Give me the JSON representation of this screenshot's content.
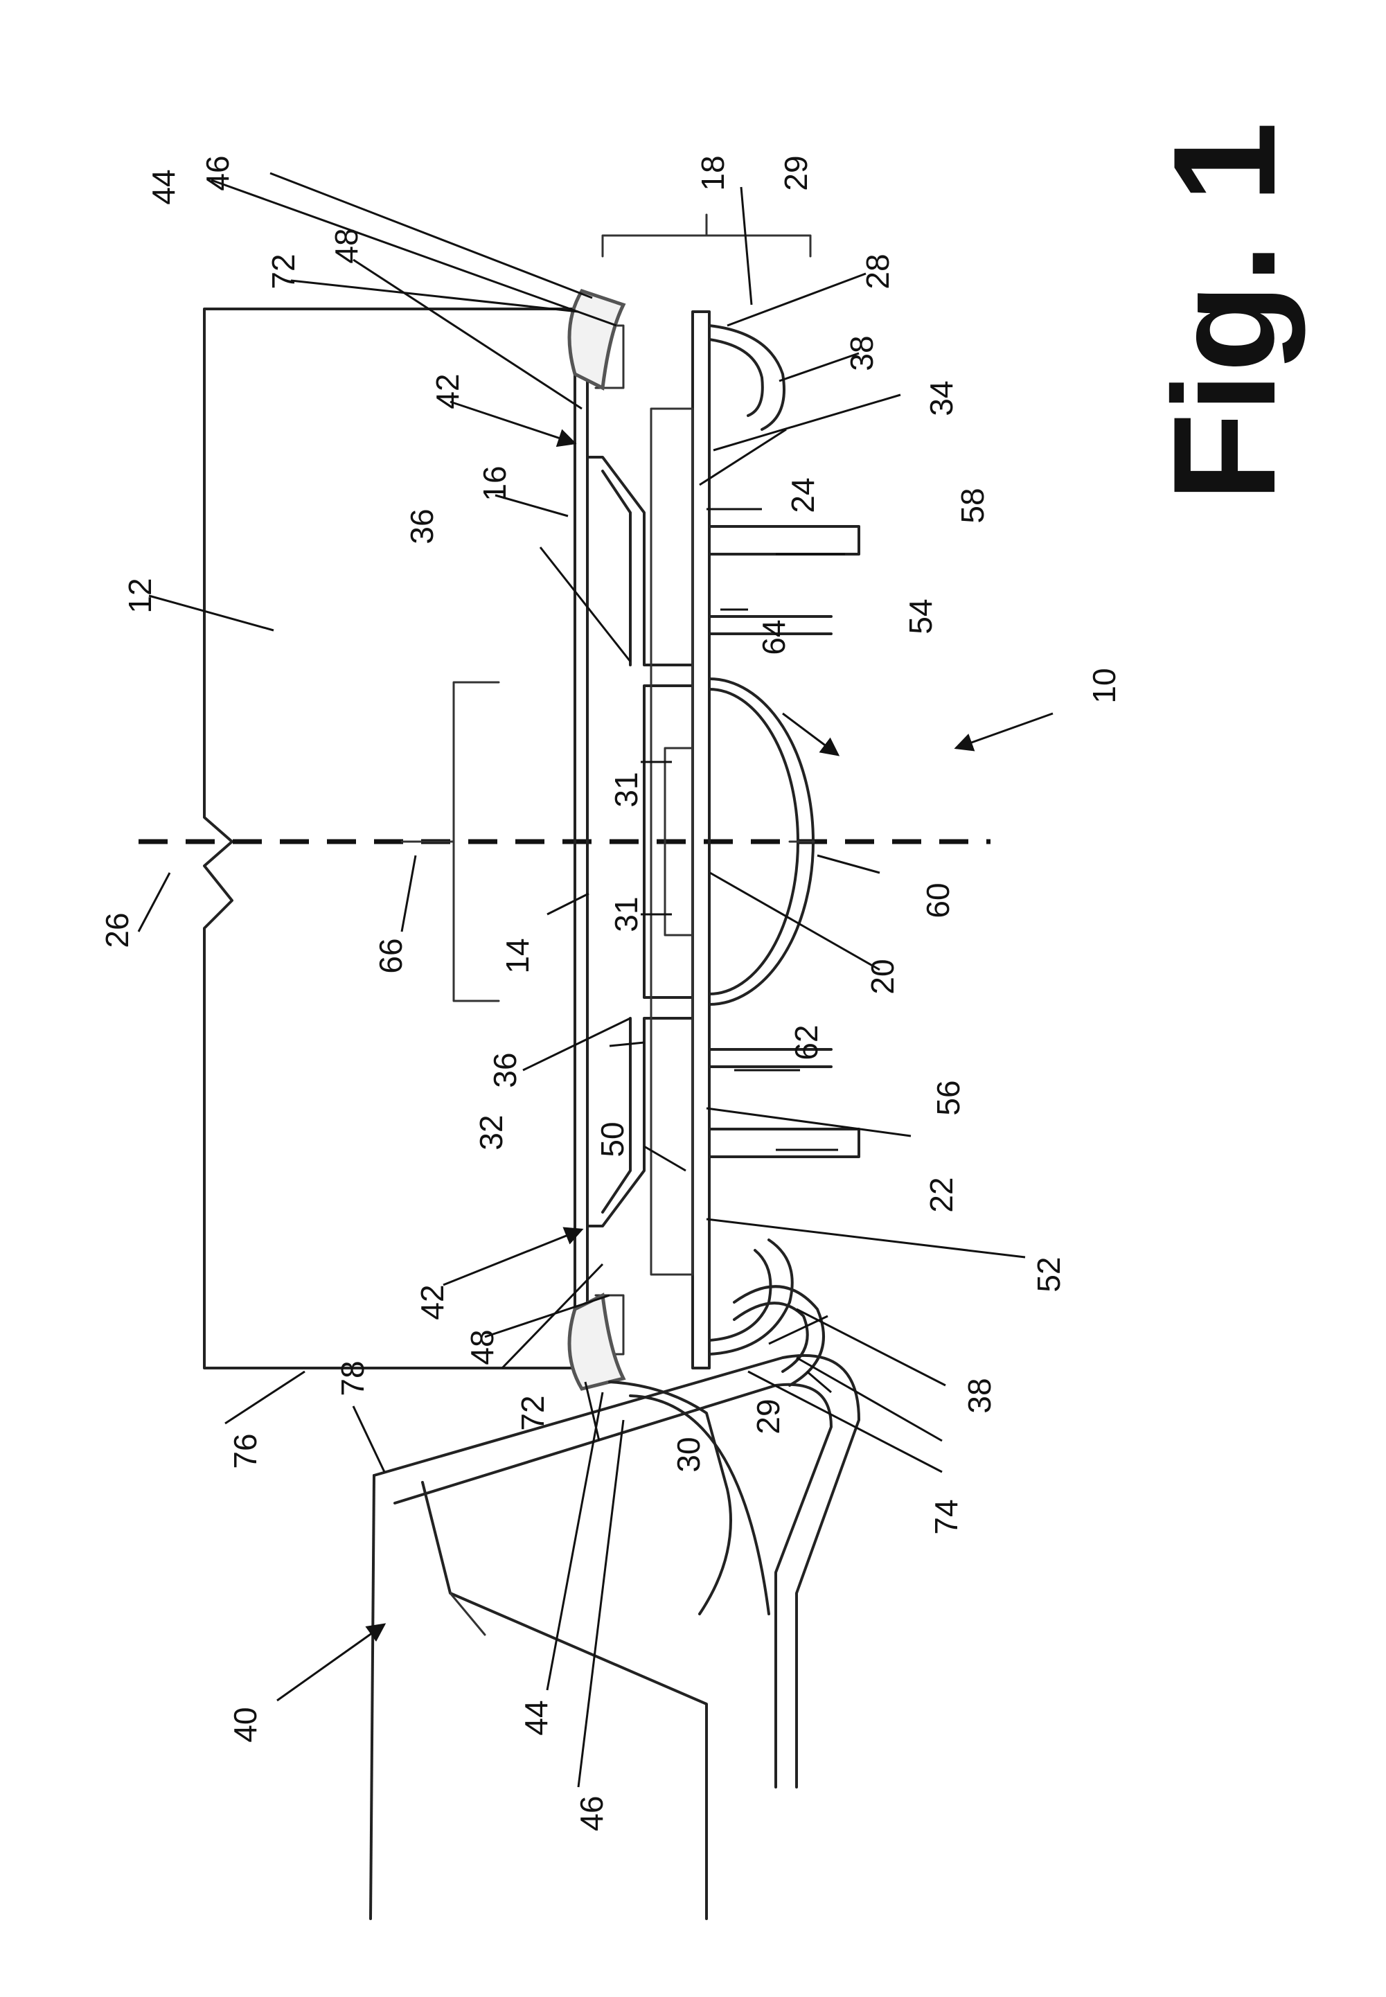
{
  "figure": {
    "title": "Fig. 1",
    "reference_numerals": {
      "r12": "12",
      "r26": "26",
      "r66": "66",
      "r14": "14",
      "r16": "16",
      "r36a": "36",
      "r36b": "36",
      "r42a": "42",
      "r42b": "42",
      "r48a": "48",
      "r48b": "48",
      "r72a": "72",
      "r72b": "72",
      "r44a": "44",
      "r44b": "44",
      "r46a": "46",
      "r46b": "46",
      "r18": "18",
      "r29a": "29",
      "r29b": "29",
      "r28": "28",
      "r38a": "38",
      "r38b": "38",
      "r34": "34",
      "r24": "24",
      "r58": "58",
      "r64": "64",
      "r54": "54",
      "r10": "10",
      "r31a": "31",
      "r31b": "31",
      "r60": "60",
      "r20": "20",
      "r62": "62",
      "r56": "56",
      "r32": "32",
      "r22": "22",
      "r50": "50",
      "r52": "52",
      "r30": "30",
      "r74": "74",
      "r78": "78",
      "r76": "76",
      "r40": "40"
    },
    "icons": {
      "section_axis": "dashed-line",
      "leader_arrow": "arrowhead"
    }
  }
}
